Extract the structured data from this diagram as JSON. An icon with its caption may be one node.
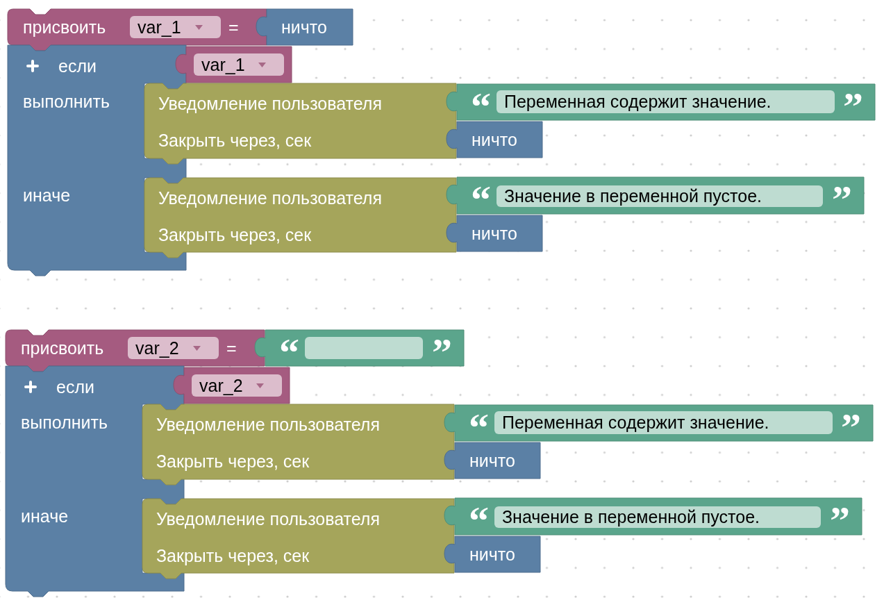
{
  "diagram": {
    "nodes": [
      {
        "text": [
          "присвоить",
          "="
        ]
      },
      {
        "text": [
          "var_1"
        ],
        "in": 0
      },
      {
        "text": [
          "ничто"
        ]
      },
      {
        "text": [
          "если",
          "выполнить",
          "иначе"
        ]
      },
      {
        "text": [],
        "shape": "box"
      },
      {
        "text": [
          "var_1"
        ],
        "in": 4
      },
      {
        "text": [
          "Уведомление пользователя",
          "Закрыть через, сек"
        ]
      },
      {
        "text": [
          "“",
          "”"
        ]
      },
      {
        "text": [
          "Переменная содержит значение."
        ],
        "in": 7
      },
      {
        "text": [
          "ничто"
        ]
      },
      {
        "text": [
          "Уведомление пользователя",
          "Закрыть через, сек"
        ]
      },
      {
        "text": [
          "“",
          "”"
        ]
      },
      {
        "text": [
          "Значение в переменной пустое."
        ],
        "in": 11
      },
      {
        "text": [
          "ничто"
        ]
      },
      {
        "text": [
          "присвоить",
          "="
        ]
      },
      {
        "text": [
          "var_2"
        ],
        "in": 14
      },
      {
        "text": [
          "“",
          "”"
        ]
      },
      {
        "text": [],
        "shape": "box",
        "in": 16
      },
      {
        "text": [
          "если",
          "выполнить",
          "иначе"
        ]
      },
      {
        "text": [],
        "shape": "box"
      },
      {
        "text": [
          "var_2"
        ],
        "in": 19
      },
      {
        "text": [
          "Уведомление пользователя",
          "Закрыть через, сек"
        ]
      },
      {
        "text": [
          "“",
          "”"
        ]
      },
      {
        "text": [
          "Переменная содержит значение."
        ],
        "in": 22
      },
      {
        "text": [
          "ничто"
        ]
      },
      {
        "text": [
          "Уведомление пользователя",
          "Закрыть через, сек"
        ]
      },
      {
        "text": [
          "“",
          "”"
        ]
      },
      {
        "text": [
          "Значение в переменной пустое."
        ],
        "in": 26
      },
      {
        "text": [
          "ничто"
        ]
      }
    ]
  }
}
